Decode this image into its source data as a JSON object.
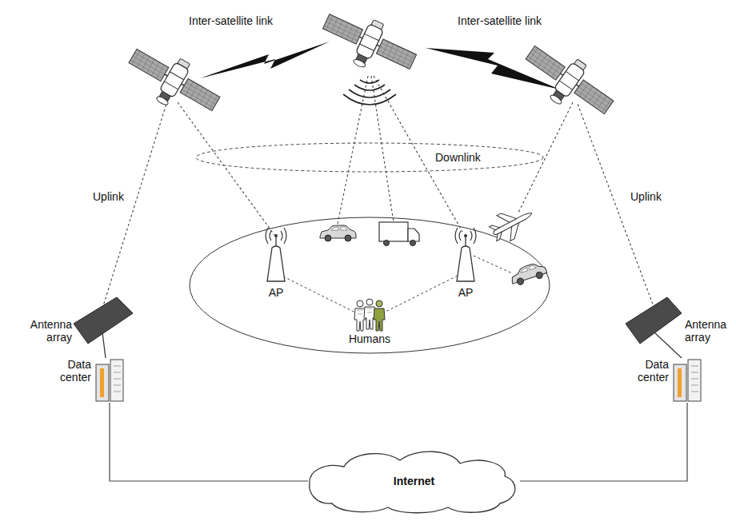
{
  "diagram": {
    "nodes": [
      {
        "text": [
          "Downlink"
        ]
      },
      {
        "text": [
          "Data center"
        ]
      },
      {
        "text": [
          "Data center"
        ]
      },
      {
        "text": [
          "Internet"
        ]
      }
    ],
    "edges": [
      {
        "from": 1,
        "to": 3,
        "arrow": "none"
      },
      {
        "from": 2,
        "to": 3,
        "arrow": "none"
      }
    ],
    "labels": [
      "Inter-satellite link",
      "Inter-satellite link",
      "Uplink",
      "Uplink",
      "Antenna array",
      "Antenna array",
      "AP",
      "AP",
      "Humans"
    ]
  }
}
